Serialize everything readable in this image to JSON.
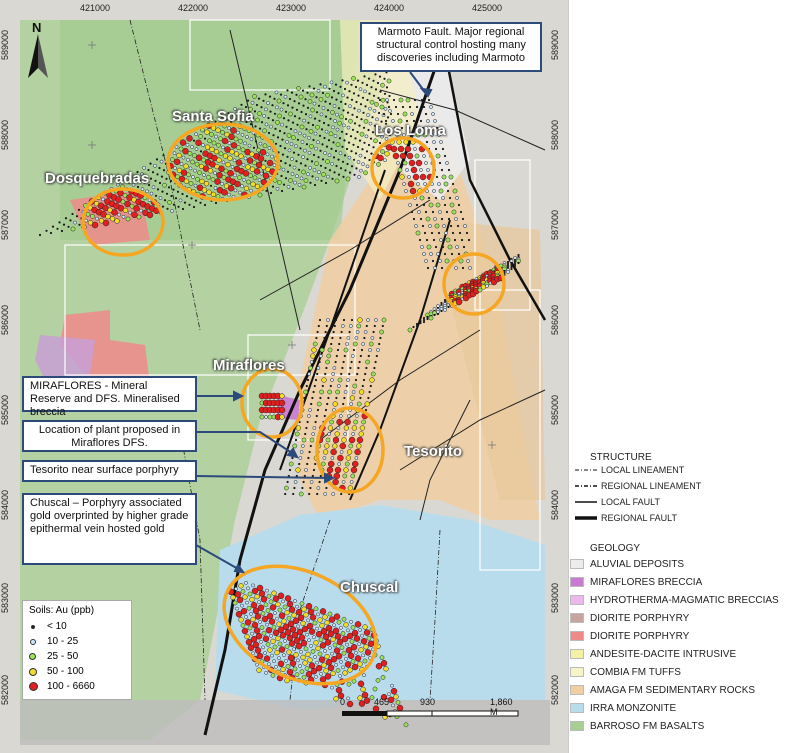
{
  "map": {
    "x_ticks": [
      "421000",
      "422000",
      "423000",
      "424000",
      "425000"
    ],
    "y_ticks": [
      "589000",
      "588000",
      "587000",
      "586000",
      "585000",
      "584000",
      "583000",
      "582000"
    ],
    "north": "N",
    "areas": {
      "santa_sofia": "Santa Sofia",
      "dosquebradas": "Dosquebradas",
      "los_loma": "Los Loma",
      "miraflores": "Miraflores",
      "tesorito": "Tesorito",
      "chuscal": "Chuscal"
    },
    "callouts": {
      "marmoto": "Marmoto Fault. Major regional structural control hosting many discoveries including Marmoto",
      "miraflores_reserve": "MIRAFLORES - Mineral Reserve and DFS. Mineralised breccia",
      "plant": "Location of plant proposed in Miraflores DFS.",
      "tesorito": "Tesorito near surface porphyry",
      "chuscal": "Chuscal – Porphyry associated gold overprinted by higher grade epithermal vein hosted gold"
    },
    "scale": {
      "zero": "0",
      "a": "465",
      "b": "930",
      "c": "1,860 M"
    }
  },
  "soils_legend": {
    "title": "Soils: Au (ppb)",
    "items": [
      {
        "label": "< 10",
        "color": "#1a1a1a"
      },
      {
        "label": "10 - 25",
        "color": "#cfe8ff"
      },
      {
        "label": "25 - 50",
        "color": "#9be35a"
      },
      {
        "label": "50 - 100",
        "color": "#f2dc2a"
      },
      {
        "label": "100 - 6660",
        "color": "#e02020"
      }
    ]
  },
  "structure_legend": {
    "title": "STRUCTURE",
    "items": [
      {
        "label": "LOCAL LINEAMENT"
      },
      {
        "label": "REGIONAL LINEAMENT"
      },
      {
        "label": "LOCAL FAULT"
      },
      {
        "label": "REGIONAL FAULT"
      }
    ]
  },
  "geology_legend": {
    "title": "GEOLOGY",
    "items": [
      {
        "label": "ALUVIAL DEPOSITS",
        "color": "#ececec"
      },
      {
        "label": "MIRAFLORES BRECCIA",
        "color": "#c87ad0"
      },
      {
        "label": "HYDROTHERMA-MAGMATIC BRECCIAS",
        "color": "#eab8ee"
      },
      {
        "label": "DIORITE PORPHYRY",
        "color": "#c8a49e"
      },
      {
        "label": "DIORITE PORPHYRY",
        "color": "#ef8a8a"
      },
      {
        "label": "ANDESITE-DACITE INTRUSIVE",
        "color": "#f5f0a8"
      },
      {
        "label": "COMBIA FM TUFFS",
        "color": "#f7f5c8"
      },
      {
        "label": "AMAGA FM SEDIMENTARY ROCKS",
        "color": "#f0cfa3"
      },
      {
        "label": "IRRA MONZONITE",
        "color": "#b8dcec"
      },
      {
        "label": "BARROSO FM BASALTS",
        "color": "#a7cf92"
      }
    ]
  }
}
